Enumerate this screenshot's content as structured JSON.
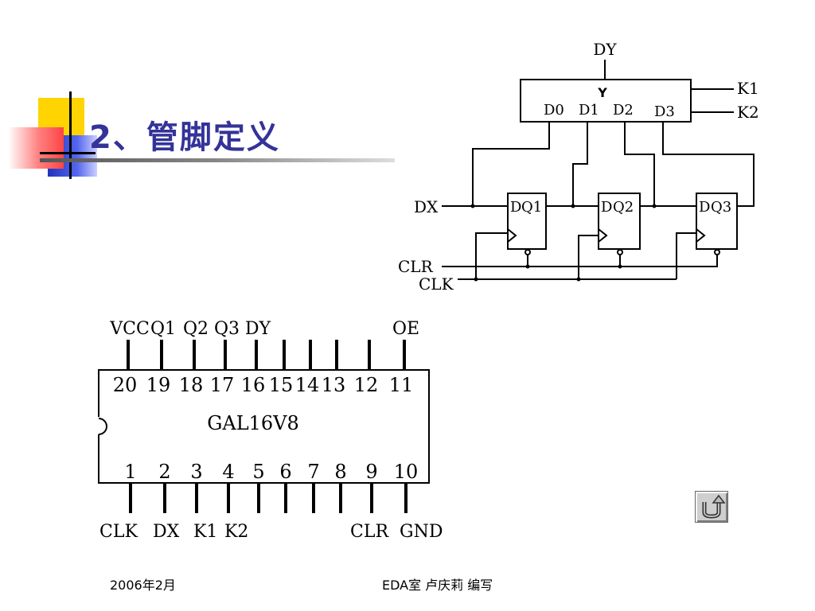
{
  "slide": {
    "title": "2、管脚定义",
    "footer_left": "2006年2月",
    "footer_center": "EDA室   卢庆莉   编写",
    "return_icon": "u-turn-arrow-icon"
  },
  "colors": {
    "title": "#333399",
    "deco_yellow": "#FFD400",
    "deco_red": "#FF6B6B",
    "deco_blue": "#3344CC"
  },
  "logic_diagram": {
    "mux_output": "DY",
    "mux_label": "Y",
    "mux_inputs": [
      "D0",
      "D1",
      "D2",
      "D3"
    ],
    "select_inputs": [
      "K1",
      "K2"
    ],
    "data_input": "DX",
    "clear_input": "CLR",
    "clock_input": "CLK",
    "flip_flops": [
      {
        "d": "D",
        "q": "Q1"
      },
      {
        "d": "D",
        "q": "Q2"
      },
      {
        "d": "D",
        "q": "Q3"
      }
    ]
  },
  "chip": {
    "name": "GAL16V8",
    "top_pin_numbers": [
      "20",
      "19",
      "18",
      "17",
      "16",
      "15",
      "14",
      "13",
      "12",
      "11"
    ],
    "top_pin_signals": [
      "VCC",
      "Q1",
      "Q2",
      "Q3",
      "DY",
      "",
      "",
      "",
      "",
      "OE"
    ],
    "bottom_pin_numbers": [
      "1",
      "2",
      "3",
      "4",
      "5",
      "6",
      "7",
      "8",
      "9",
      "10"
    ],
    "bottom_pin_signals": [
      "CLK",
      "DX",
      "K1",
      "K2",
      "",
      "",
      "",
      "",
      "CLR",
      "GND"
    ]
  }
}
